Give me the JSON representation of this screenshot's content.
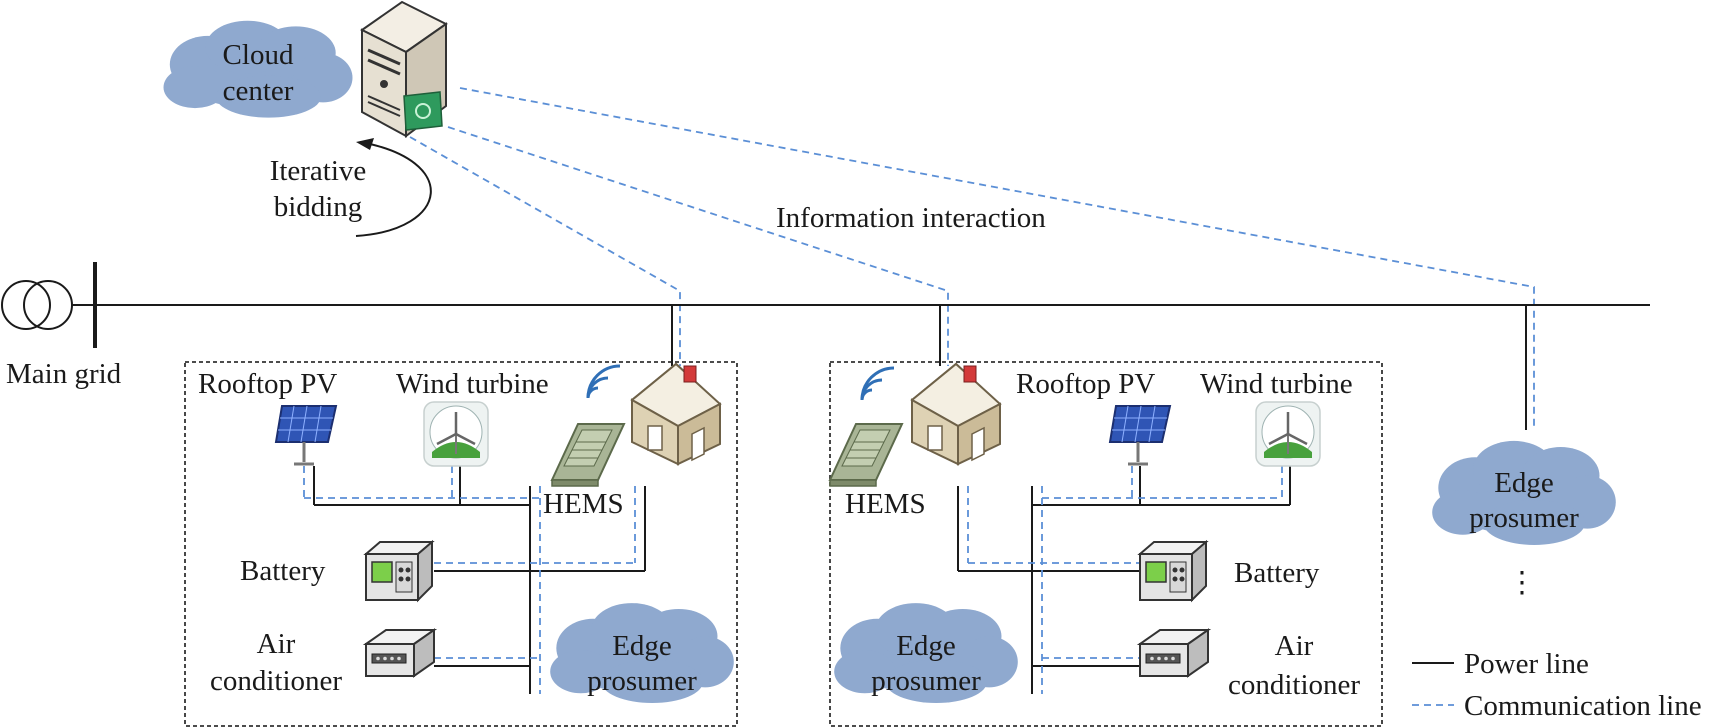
{
  "cloud_center": {
    "label_line1": "Cloud",
    "label_line2": "center"
  },
  "iterative_bidding": {
    "line1": "Iterative",
    "line2": "bidding"
  },
  "information_interaction": "Information interaction",
  "main_grid": "Main grid",
  "prosumer_left": {
    "rooftop_pv": "Rooftop PV",
    "wind_turbine": "Wind turbine",
    "hems": "HEMS",
    "battery": "Battery",
    "air_conditioner_line1": "Air",
    "air_conditioner_line2": "conditioner",
    "cloud_line1": "Edge",
    "cloud_line2": "prosumer"
  },
  "prosumer_middle": {
    "rooftop_pv": "Rooftop PV",
    "wind_turbine": "Wind turbine",
    "hems": "HEMS",
    "battery": "Battery",
    "air_conditioner_line1": "Air",
    "air_conditioner_line2": "conditioner",
    "cloud_line1": "Edge",
    "cloud_line2": "prosumer"
  },
  "prosumer_right": {
    "cloud_line1": "Edge",
    "cloud_line2": "prosumer",
    "ellipsis": "⋮"
  },
  "legend": {
    "power_line": "Power line",
    "communication_line": "Communication line"
  },
  "colors": {
    "comm_line": "#5b8fd6",
    "power_line": "#1a1a1a",
    "cloud_fill": "#8fa9cf",
    "box_border": "#333333"
  }
}
